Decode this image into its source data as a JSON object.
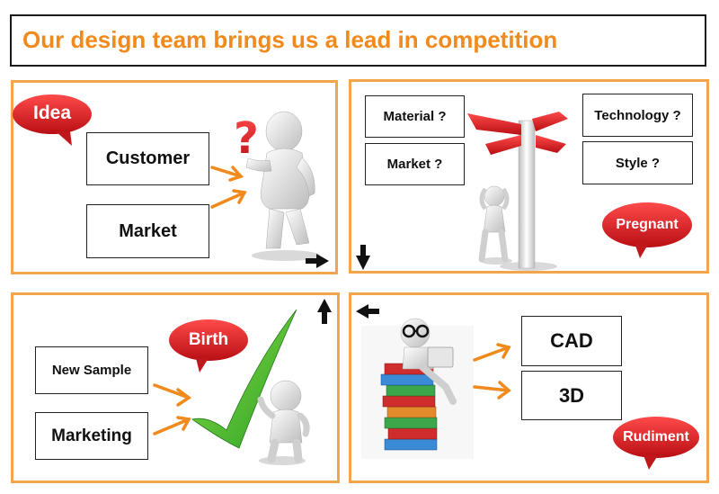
{
  "header": {
    "title": "Our design team brings us a lead in competition"
  },
  "panels": {
    "idea": {
      "bubble": "Idea",
      "boxes": [
        "Customer",
        "Market"
      ]
    },
    "pregnant": {
      "bubble": "Pregnant",
      "boxes": [
        "Material ?",
        "Market ?",
        "Technology ?",
        "Style ?"
      ]
    },
    "rudiment": {
      "bubble": "Rudiment",
      "boxes": [
        "CAD",
        "3D"
      ]
    },
    "birth": {
      "bubble": "Birth",
      "boxes": [
        "New Sample",
        "Marketing"
      ]
    }
  },
  "colors": {
    "accent": "#f08a1c",
    "panel_border": "#f2a54a",
    "bubble": "#e5202a",
    "check": "#37b82e"
  }
}
